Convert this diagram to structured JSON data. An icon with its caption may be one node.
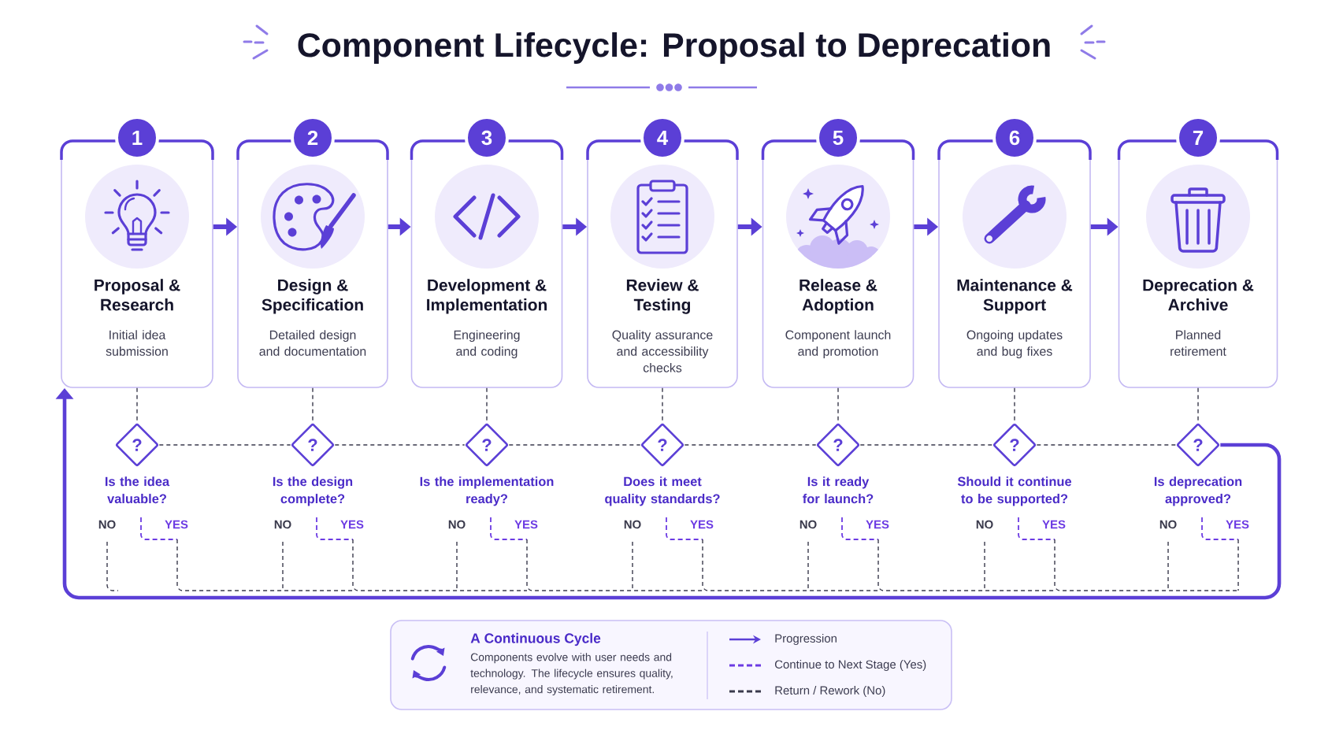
{
  "diagram": {
    "title": "Component Lifecycle: Proposal to Deprecation",
    "nodes": [
      {
        "text": [
          "1"
        ]
      },
      {
        "text": [
          "2"
        ]
      },
      {
        "text": [
          "3"
        ]
      },
      {
        "text": [
          "4"
        ]
      },
      {
        "text": [
          "5"
        ]
      },
      {
        "text": [
          "6"
        ]
      },
      {
        "text": [
          "7"
        ]
      },
      {
        "text": [
          "Proposal & Research",
          "Initial idea submission"
        ]
      },
      {
        "text": [
          "Design & Specification",
          "Detailed design and documentation"
        ]
      },
      {
        "text": [
          "Development & Implementation",
          "Engineering and coding"
        ]
      },
      {
        "text": [
          "Review & Testing",
          "Quality assurance and accessibility checks"
        ]
      },
      {
        "text": [
          "Release & Adoption",
          "Component launch and promotion"
        ]
      },
      {
        "text": [
          "Maintenance & Support",
          "Ongoing updates and bug fixes"
        ]
      },
      {
        "text": [
          "Deprecation & Archive",
          "Planned retirement"
        ]
      },
      {
        "text": [
          "?"
        ],
        "beside": [
          "Is the idea valuable?",
          "NO",
          "YES"
        ]
      },
      {
        "text": [
          "?"
        ],
        "beside": [
          "Is the design complete?",
          "NO",
          "YES"
        ]
      },
      {
        "text": [
          "?"
        ],
        "beside": [
          "Is the implementation ready?",
          "NO",
          "YES"
        ]
      },
      {
        "text": [
          "?"
        ],
        "beside": [
          "Does it meet quality standards?",
          "NO",
          "YES"
        ]
      },
      {
        "text": [
          "?"
        ],
        "beside": [
          "Is it ready for launch?",
          "NO",
          "YES"
        ]
      },
      {
        "text": [
          "?"
        ],
        "beside": [
          "Should it continue to be supported?",
          "NO",
          "YES"
        ]
      },
      {
        "text": [
          "?"
        ],
        "beside": [
          "Is deprecation approved?",
          "NO",
          "YES"
        ]
      },
      {
        "text": [
          "A Continuous Cycle",
          "Components evolve with user needs and technology. The lifecycle ensures quality, relevance, and systematic retirement."
        ]
      }
    ],
    "edges": [
      {
        "from": 7,
        "to": 8,
        "arrow": "to",
        "style": "thick",
        "color": "#5b3fd6"
      },
      {
        "from": 8,
        "to": 9,
        "arrow": "to",
        "style": "thick",
        "color": "#5b3fd6"
      },
      {
        "from": 9,
        "to": 10,
        "arrow": "to",
        "style": "thick",
        "color": "#5b3fd6"
      },
      {
        "from": 10,
        "to": 11,
        "arrow": "to",
        "style": "thick",
        "color": "#5b3fd6"
      },
      {
        "from": 11,
        "to": 12,
        "arrow": "to",
        "style": "thick",
        "color": "#5b3fd6"
      },
      {
        "from": 12,
        "to": 13,
        "arrow": "to",
        "style": "thick",
        "color": "#5b3fd6"
      },
      {
        "from": 7,
        "to": 14,
        "arrow": "none",
        "style": "dashed"
      },
      {
        "from": 8,
        "to": 15,
        "arrow": "none",
        "style": "dashed"
      },
      {
        "from": 9,
        "to": 16,
        "arrow": "none",
        "style": "dashed"
      },
      {
        "from": 10,
        "to": 17,
        "arrow": "none",
        "style": "dashed"
      },
      {
        "from": 11,
        "to": 18,
        "arrow": "none",
        "style": "dashed"
      },
      {
        "from": 12,
        "to": 19,
        "arrow": "none",
        "style": "dashed"
      },
      {
        "from": 13,
        "to": 20,
        "arrow": "none",
        "style": "dashed"
      },
      {
        "from": 14,
        "to": 15,
        "arrow": "none",
        "style": "dashed"
      },
      {
        "from": 15,
        "to": 16,
        "arrow": "none",
        "style": "dashed"
      },
      {
        "from": 16,
        "to": 17,
        "arrow": "none",
        "style": "dashed"
      },
      {
        "from": 17,
        "to": 18,
        "arrow": "none",
        "style": "dashed"
      },
      {
        "from": 18,
        "to": 19,
        "arrow": "none",
        "style": "dashed"
      },
      {
        "from": 19,
        "to": 20,
        "arrow": "none",
        "style": "dashed"
      },
      {
        "from": 20,
        "to": 7,
        "arrow": "to",
        "style": "thick",
        "color": "#5b3fd6"
      }
    ],
    "legend": [
      {
        "text": "Progression"
      },
      {
        "text": "Continue to Next Stage (Yes)"
      },
      {
        "text": "Return / Rework (No)"
      }
    ]
  }
}
